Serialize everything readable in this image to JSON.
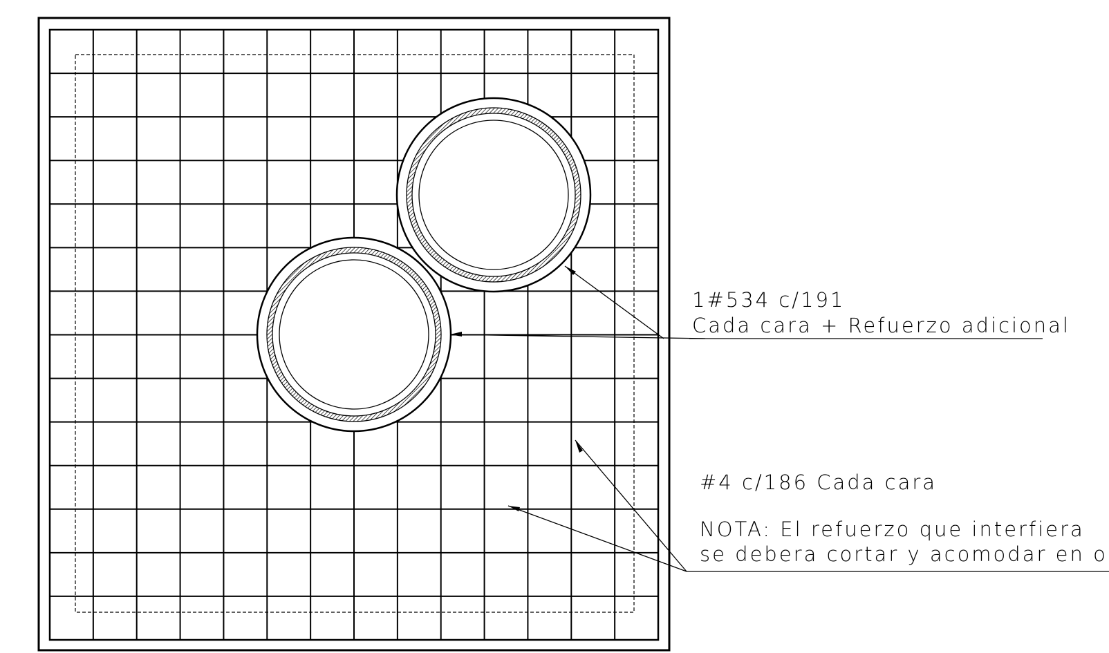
{
  "labels": {
    "bar_spec": "1#534 c/191",
    "bar_note": "Cada cara + Refuerzo adicional",
    "grid_spec": "#4 c/186 Cada cara",
    "nota_line1": "NOTA: El refuerzo que interfiera",
    "nota_line2": "se debera cortar y acomodar en obr"
  },
  "grid": {
    "columns": 14,
    "rows": 14
  },
  "colors": {
    "line": "#000000",
    "background": "#ffffff"
  }
}
